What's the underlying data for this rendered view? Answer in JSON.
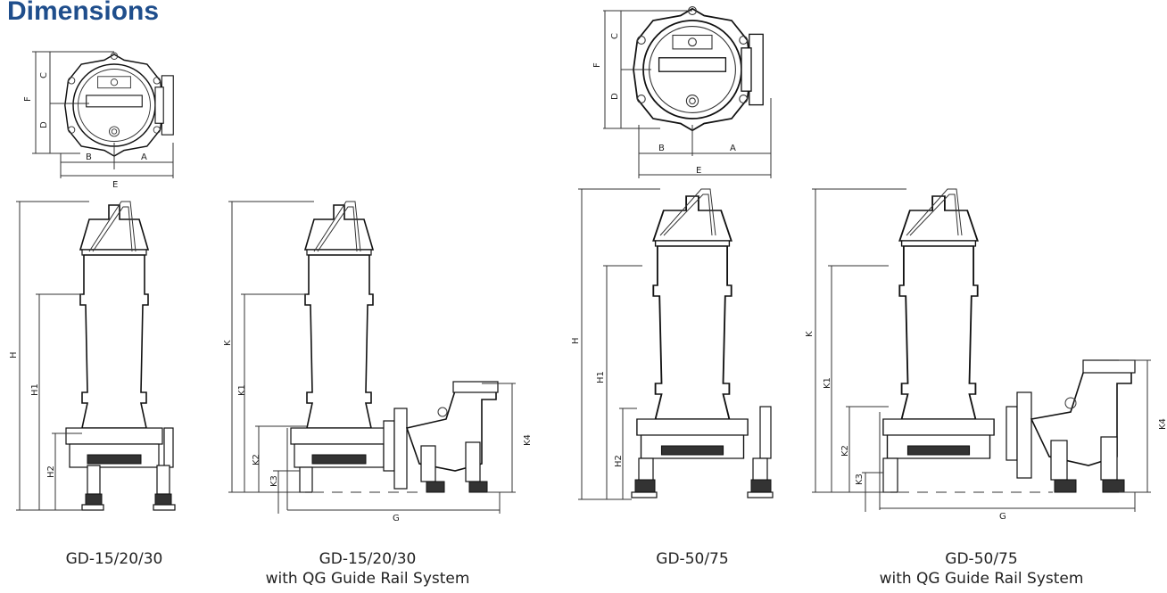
{
  "heading": "Dimensions",
  "labels": {
    "A": "A",
    "B": "B",
    "C": "C",
    "D": "D",
    "E": "E",
    "F": "F",
    "G": "G",
    "H": "H",
    "H1": "H1",
    "H2": "H2",
    "K": "K",
    "K1": "K1",
    "K2": "K2",
    "K3": "K3",
    "K4": "K4"
  },
  "captions": {
    "model1": "GD-15/20/30",
    "model1_line1": "GD-15/20/30",
    "model1_line2": "with QG Guide Rail System",
    "model2": "GD-50/75",
    "model2_line1": "GD-50/75",
    "model2_line2": "with QG Guide Rail System"
  },
  "colors": {
    "heading": "#1f4e8c",
    "line": "#111111"
  }
}
